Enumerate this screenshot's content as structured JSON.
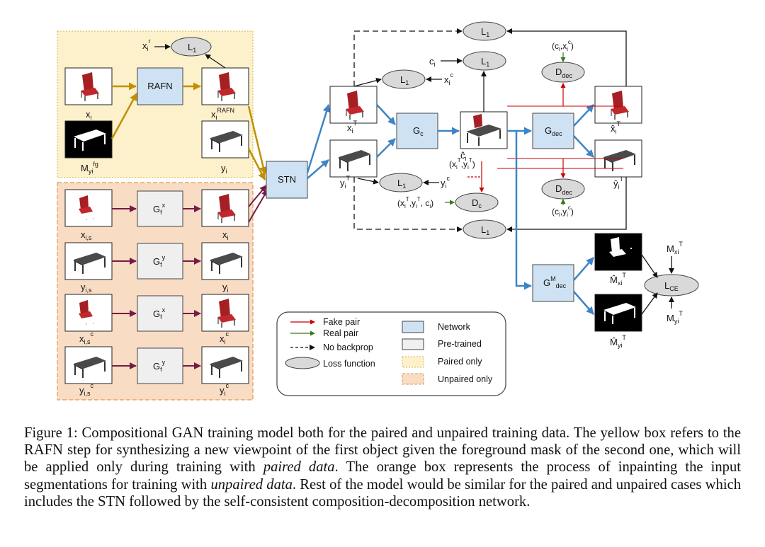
{
  "colors": {
    "network_fill": "#cfe2f3",
    "pretrained_fill": "#efefef",
    "loss_fill": "#d9d9d9",
    "paired_region": "#fdf1cc",
    "unpaired_region": "#f9dcc4",
    "paired_border": "#d9b540",
    "unpaired_border": "#e3984e",
    "arrow_blue": "#3d85c6",
    "arrow_gold": "#bf9000",
    "arrow_maroon": "#741b47",
    "fake_pair": "#cc0000",
    "real_pair": "#38761d",
    "chair_red": "#c0282d",
    "table_gray": "#555555"
  },
  "icons": [
    "chair-thumbnail",
    "table-thumbnail",
    "foreground-mask",
    "composite-thumbnail"
  ],
  "nodes": {
    "rafn": "RAFN",
    "stn": "STN",
    "gc": "G",
    "gc_sub": "c",
    "gdec": "G",
    "gdec_sub": "dec",
    "gmdec": "G",
    "gmdec_sup": "M",
    "gmdec_sub": "dec",
    "gfx": "G",
    "gfx_sub": "f",
    "gfx_sup": "x",
    "gfy": "G",
    "gfy_sub": "f",
    "gfy_sup": "y",
    "l1": "L",
    "l1_sub": "1",
    "ddec": "D",
    "ddec_sub": "dec",
    "dc": "D",
    "dc_sub": "c",
    "lce": "L",
    "lce_sub": "CE"
  },
  "labels": {
    "x": "x",
    "y": "y",
    "i": "i",
    "r": "r",
    "c": "c",
    "T": "T",
    "s": "s",
    "RAFN": "RAFN",
    "fg": "fg",
    "M": "M",
    "xi": "xi",
    "yi": "yi",
    "is": "i,s",
    "comma": ",",
    "lp": "(",
    "rp": ")"
  },
  "legend": {
    "fake_pair": "Fake pair",
    "real_pair": "Real pair",
    "no_backprop": "No backprop",
    "loss_function": "Loss function",
    "network": "Network",
    "pretrained": "Pre-trained",
    "paired_only": "Paired only",
    "unpaired_only": "Unpaired only"
  },
  "caption": {
    "part1": "Figure 1: Compositional GAN training model both for the paired and unpaired training data. The yellow box refers to the RAFN step for synthesizing a new viewpoint of the first object given the foreground mask of the second one, which will be applied only during training with ",
    "em1": "paired data",
    "part2": ". The orange box represents the process of inpainting the input segmentations for training with ",
    "em2": "unpaired data",
    "part3": ". Rest of the model would be similar for the paired and unpaired cases which includes the STN followed by the self-consistent composition-decomposition network."
  }
}
